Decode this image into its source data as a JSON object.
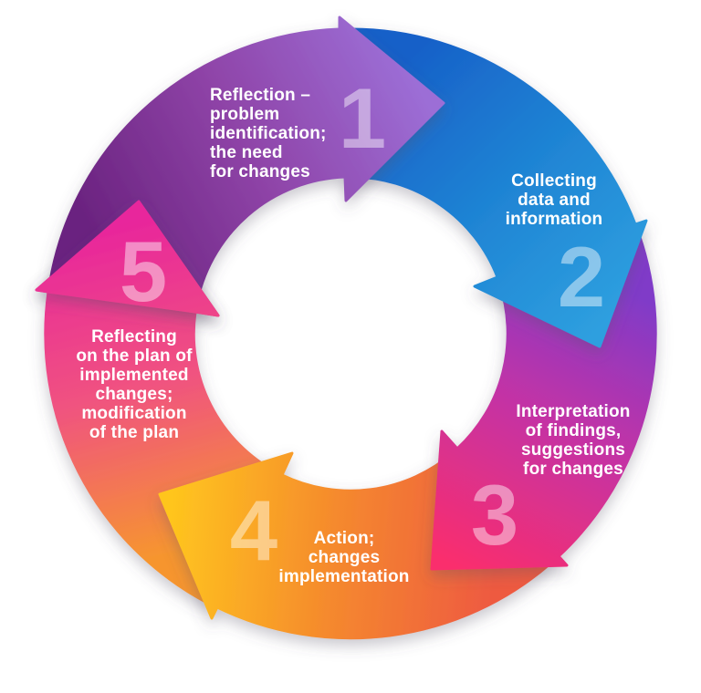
{
  "background_color": "#ffffff",
  "text": {
    "label_color": "#ffffff",
    "number_color": "rgba(255,255,255,0.45)"
  },
  "steps": [
    {
      "number": "1",
      "label": "Reflection –\nproblem\nidentification;\nthe need\nfor changes",
      "color_start": "#6B2380",
      "color_mid": "#8F44A8",
      "color_end": "#9C6ED6"
    },
    {
      "number": "2",
      "label": "Collecting\ndata and\ninformation",
      "color_start": "#1760C8",
      "color_mid": "#1F84D4",
      "color_end": "#2E9FDF"
    },
    {
      "number": "3",
      "label": "Interpretation\nof findings,\nsuggestions\nfor changes",
      "color_start": "#803BC8",
      "color_mid": "#C233A6",
      "color_end": "#FA2D6D"
    },
    {
      "number": "4",
      "label": "Action;\nchanges\nimplementation",
      "color_start": "#EE5A41",
      "color_mid": "#F58A2D",
      "color_end": "#FFC51E"
    },
    {
      "number": "5",
      "label": "Reflecting\non the plan of\nimplemented\nchanges;\nmodification\nof the plan",
      "color_start": "#F6952F",
      "color_mid": "#F05380",
      "color_end": "#E8259C"
    }
  ]
}
